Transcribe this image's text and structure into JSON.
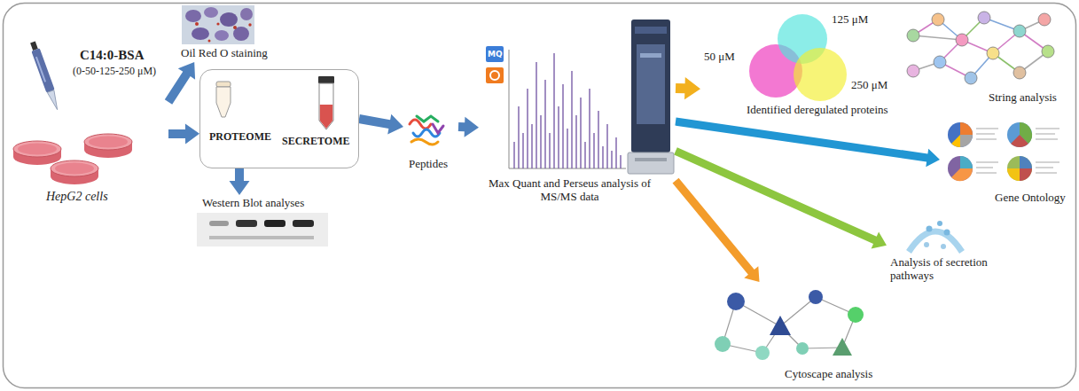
{
  "diagram": {
    "nodes": [
      {
        "text": [
          "C14:0-BSA",
          "(0-50-125-250 μM)",
          "HepG2 cells"
        ]
      },
      {
        "text": [
          "Oil Red O staining"
        ]
      },
      {
        "text": [
          "PROTEOME",
          "SECRETOME"
        ]
      },
      {
        "text": [
          "Western Blot analyses"
        ]
      },
      {
        "text": [
          "Peptides"
        ]
      },
      {
        "text": [
          "Max Quant and Perseus analysis of MS/MS data"
        ]
      },
      {
        "text": [
          "125 μM",
          "50 μM",
          "250 μM",
          "Identified deregulated proteins"
        ]
      },
      {
        "text": [
          "String analysis"
        ]
      },
      {
        "text": [
          "Gene Ontology"
        ]
      },
      {
        "text": [
          "Cytoscape analysis"
        ]
      },
      {
        "text": [
          "Analysis of secretion pathways"
        ]
      }
    ],
    "edges": [
      {
        "from": 0,
        "to": 1,
        "arrow": "to"
      },
      {
        "from": 0,
        "to": 2,
        "arrow": "to"
      },
      {
        "from": 2,
        "to": 3,
        "arrow": "to"
      },
      {
        "from": 2,
        "to": 4,
        "arrow": "to"
      },
      {
        "from": 4,
        "to": 5,
        "arrow": "to"
      },
      {
        "from": 5,
        "to": 6,
        "arrow": "to"
      },
      {
        "from": 5,
        "to": 8,
        "arrow": "to"
      },
      {
        "from": 5,
        "to": 10,
        "arrow": "to"
      },
      {
        "from": 5,
        "to": 9,
        "arrow": "to"
      }
    ],
    "labels": [
      "MQ"
    ]
  }
}
